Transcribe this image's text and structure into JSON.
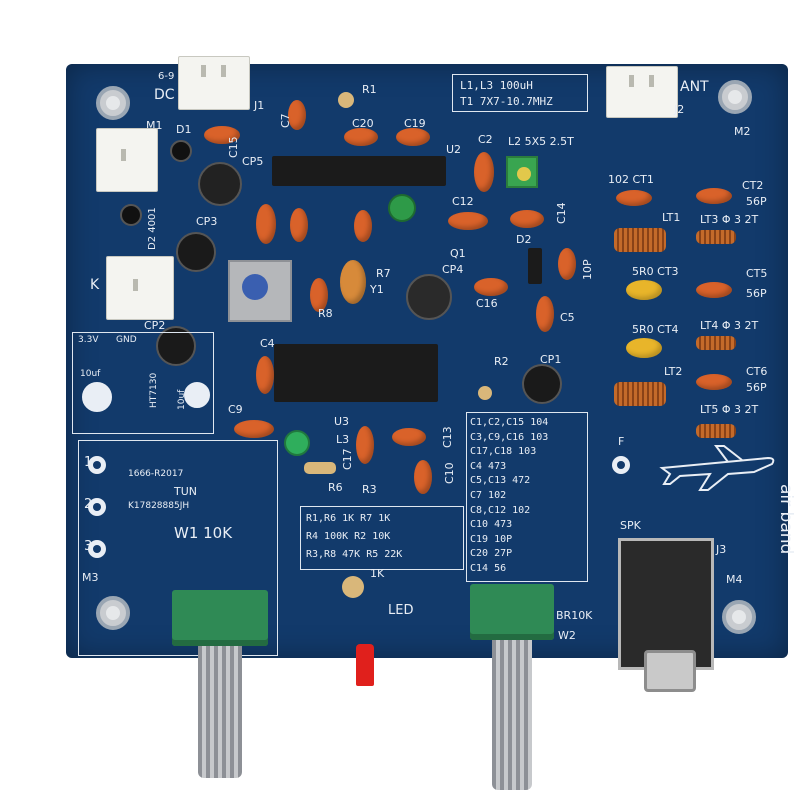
{
  "board": {
    "dc_label": "DC",
    "dc_voltage": "6-9",
    "j1": "J1",
    "ant_label": "ANT",
    "j2": "J2",
    "m1": "M1",
    "m2": "M2",
    "m3": "M3",
    "m4": "M4",
    "d1": "D1",
    "d2": "D2 4001",
    "k_label": "K",
    "cp2": "CP2",
    "cp3": "CP3",
    "cp5": "CP5",
    "c15": "C15",
    "c7": "C7",
    "c20": "C20",
    "c19": "C19",
    "r1": "R1",
    "u2": "U2",
    "spec_l1l3": "L1,L3  100uH",
    "spec_t1": "T1  7X7-10.7MHZ",
    "c2": "C2",
    "l2": "L2 5X5 2.5T",
    "c12": "C12",
    "c14": "C14",
    "q1": "Q1",
    "d2b": "D2",
    "ten_p": "10P",
    "c16": "C16",
    "c5": "C5",
    "cp4": "CP4",
    "r7": "R7",
    "y1": "Y1",
    "r8": "R8",
    "c4": "C4",
    "c9": "C9",
    "u3": "U3",
    "l3": "L3",
    "c17": "C17",
    "c13": "C13",
    "r6": "R6",
    "r3": "R3",
    "c10": "C10",
    "r2": "R2",
    "cp1": "CP1",
    "pwr_3v3": "3.3V",
    "pwr_gnd": "GND",
    "cap_10uf_a": "10uf",
    "cap_10uf_b": "10uf",
    "ht7130": "HT7130",
    "pin1": "1",
    "pin2": "2",
    "pin3": "3",
    "board_code": "1666-R2017",
    "tun": "TUN",
    "serial": "K17828885JH",
    "w1": "W1 10K",
    "led_res": "1K",
    "led": "LED",
    "br10k": "BR10K",
    "w2": "W2",
    "spk": "SPK",
    "j3": "J3",
    "f_label": "F",
    "air_band": "air band",
    "ct1": "102 CT1",
    "ct2": "CT2",
    "p56_1": "56P",
    "lt1": "LT1",
    "lt3": "LT3 Φ 3  2T",
    "ct3": "5R0 CT3",
    "ct5": "CT5",
    "p56_2": "56P",
    "ct4": "5R0 CT4",
    "lt4": "LT4 Φ 3  2T",
    "lt2": "LT2",
    "ct6": "CT6",
    "p56_3": "56P",
    "lt5": "LT5 Φ 3  2T"
  },
  "cap_table": [
    "C1,C2,C15   104",
    "C3,C9,C16   103",
    "C17,C18   103",
    "C4     473",
    "C5,C13    472",
    "C7    102",
    "C8,C12  102",
    "C10    473",
    "C19    10P",
    "C20   27P",
    "C14    56"
  ],
  "res_table": [
    "R1,R6 1K    R7 1K",
    "R4 100K     R2  10K",
    "R3,R8 47K  R5 22K"
  ],
  "colors": {
    "pcb": "#123a6b",
    "silkscreen": "#e9eef5",
    "ceramic_cap": "#d9622a",
    "pot_body": "#2f8a55"
  }
}
